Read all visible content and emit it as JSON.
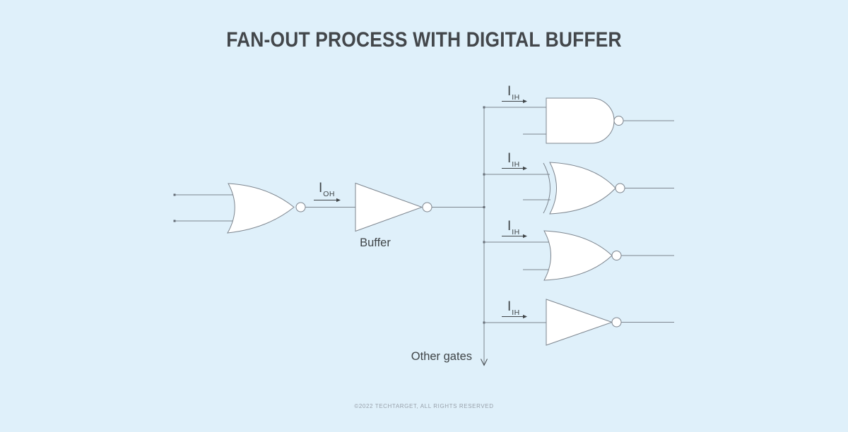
{
  "title": "FAN-OUT PROCESS WITH DIGITAL BUFFER",
  "footer": "©2022 TECHTARGET, ALL RIGHTS RESERVED",
  "colors": {
    "background": "#dff0fa",
    "wire": "#7e868f",
    "gate_fill": "#ffffff",
    "text": "#3f4447",
    "title": "#43474b",
    "footer": "#98a1ab"
  },
  "labels": {
    "buffer": "Buffer",
    "other_gates": "Other gates",
    "source_current": {
      "base": "I",
      "sub": "OH"
    },
    "branch_current": {
      "base": "I",
      "sub": "IH"
    }
  },
  "gates": {
    "input_gate": "NOR",
    "driver": "Buffer (inverting)",
    "fanout": [
      "NAND",
      "XNOR",
      "NOR",
      "NOT"
    ]
  }
}
